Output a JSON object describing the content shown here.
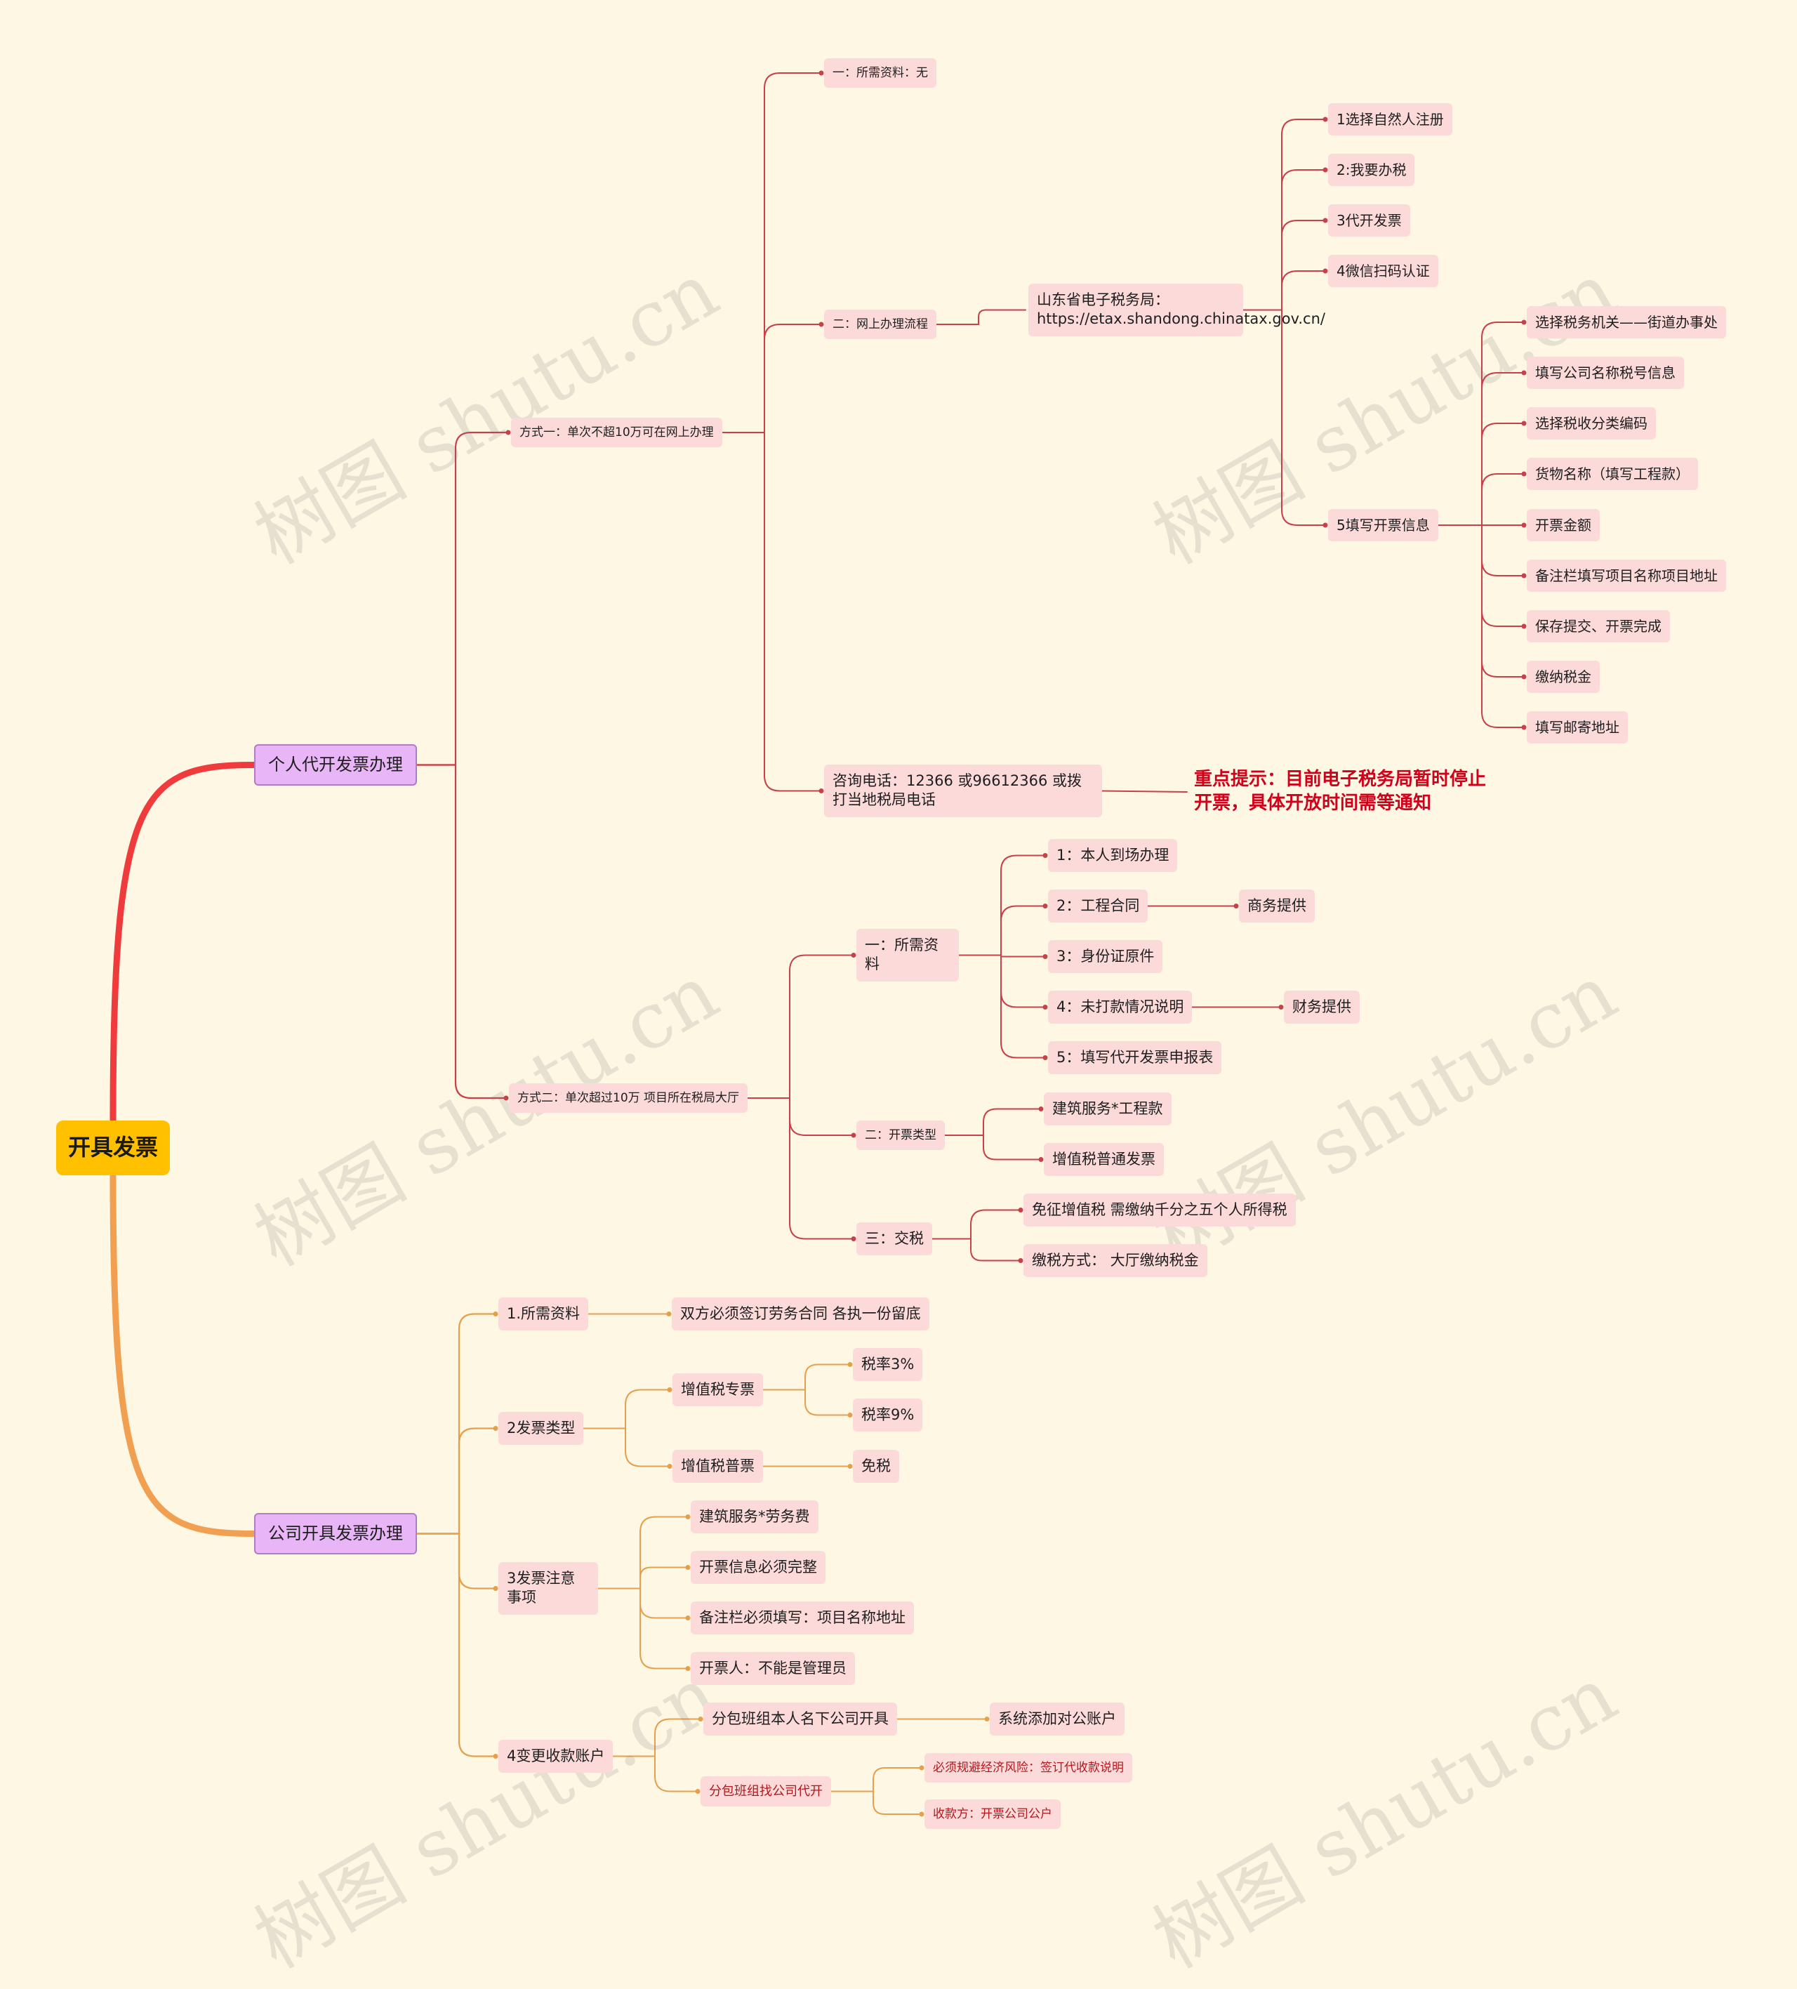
{
  "watermark": "树图 shutu.cn",
  "colors": {
    "background": "#fef7e4",
    "root": "#ffc000",
    "level1": "#e8b5f7",
    "node": "#fcdada",
    "branch_personal": "#c8414a",
    "branch_company": "#e5a04d",
    "root_link_top": "#ef3b3b",
    "root_link_bottom": "#f0a050",
    "highlight_text": "#d0021b"
  },
  "root": {
    "label": "开具发票"
  },
  "personal": {
    "label": "个人代开发票办理",
    "method1": {
      "label": "方式一：单次不超10万可在网上办理",
      "materials": "一：所需资料：无",
      "online": {
        "label": "二：网上办理流程",
        "bureau": "山东省电子税务局：https://etax.shandong.chinatax.gov.cn/",
        "steps": [
          "1选择自然人注册",
          "2:我要办税",
          "3代开发票",
          "4微信扫码认证"
        ],
        "step5": {
          "label": "5填写开票信息",
          "items": [
            "选择税务机关——街道办事处",
            "填写公司名称税号信息",
            "选择税收分类编码",
            "货物名称（填写工程款）",
            "开票金额",
            "备注栏填写项目名称项目地址",
            "保存提交、开票完成",
            "缴纳税金",
            "填写邮寄地址"
          ]
        }
      },
      "hotline": "咨询电话：12366 或96612366 或拨打当地税局电话",
      "notice": "重点提示：目前电子税务局暂时停止开票，具体开放时间需等通知"
    },
    "method2": {
      "label": "方式二：单次超过10万 项目所在税局大厅",
      "materials": {
        "label": "一：所需资料",
        "items": [
          "1：本人到场办理",
          "2：工程合同",
          "3：身份证原件",
          "4：未打款情况说明",
          "5：填写代开发票申报表"
        ],
        "contract_note": "商务提供",
        "no_payment_note": "财务提供"
      },
      "invoice_types": {
        "label": "二：开票类型",
        "items": [
          "建筑服务*工程款",
          "增值税普通发票"
        ]
      },
      "tax": {
        "label": "三：交税",
        "items": [
          "免征增值税 需缴纳千分之五个人所得税",
          "缴税方式：  大厅缴纳税金"
        ]
      }
    }
  },
  "company": {
    "label": "公司开具发票办理",
    "materials": {
      "label": "1.所需资料",
      "item": "双方必须签订劳务合同 各执一份留底"
    },
    "invoice_types": {
      "label": "2发票类型",
      "special": {
        "label": "增值税专票",
        "rates": [
          "税率3%",
          "税率9%"
        ]
      },
      "general": {
        "label": "增值税普票",
        "note": "免税"
      }
    },
    "notes": {
      "label": "3发票注意事项",
      "items": [
        "建筑服务*劳务费",
        "开票信息必须完整",
        "备注栏必须填写：项目名称地址",
        "开票人：不能是管理员"
      ]
    },
    "account": {
      "label": "4变更收款账户",
      "own": {
        "label": "分包班组本人名下公司开具",
        "note": "系统添加对公账户"
      },
      "agent": {
        "label": "分包班组找公司代开",
        "items": [
          "必须规避经济风险：签订代收款说明",
          "收款方：开票公司公户"
        ]
      }
    }
  }
}
